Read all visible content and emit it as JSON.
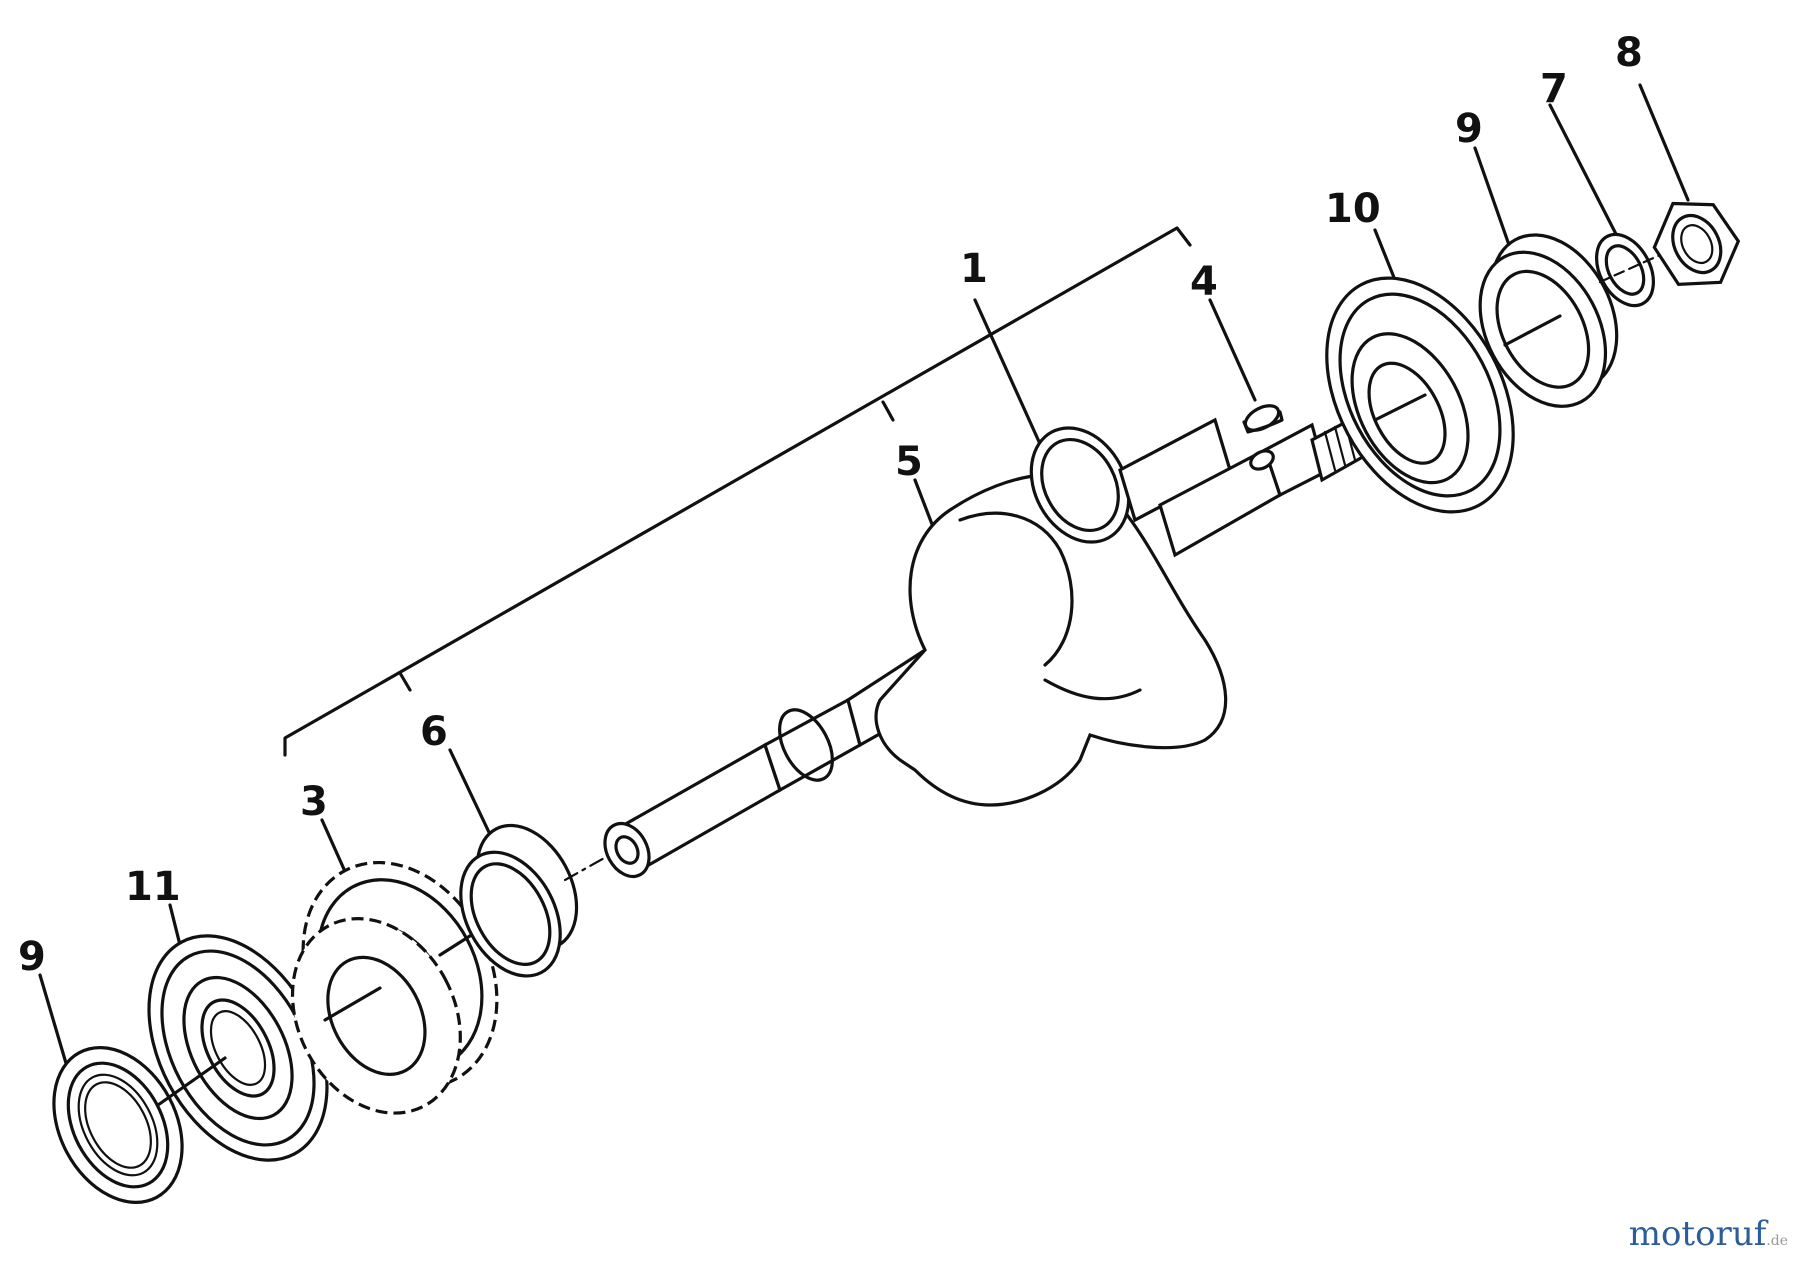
{
  "diagram": {
    "callouts": {
      "p1": "1",
      "p3": "3",
      "p4": "4",
      "p5": "5",
      "p6": "6",
      "p7": "7",
      "p8": "8",
      "p9a": "9",
      "p9b": "9",
      "p10": "10",
      "p11": "11"
    }
  },
  "watermark": {
    "name": "motoruf",
    "suffix": ".de"
  }
}
